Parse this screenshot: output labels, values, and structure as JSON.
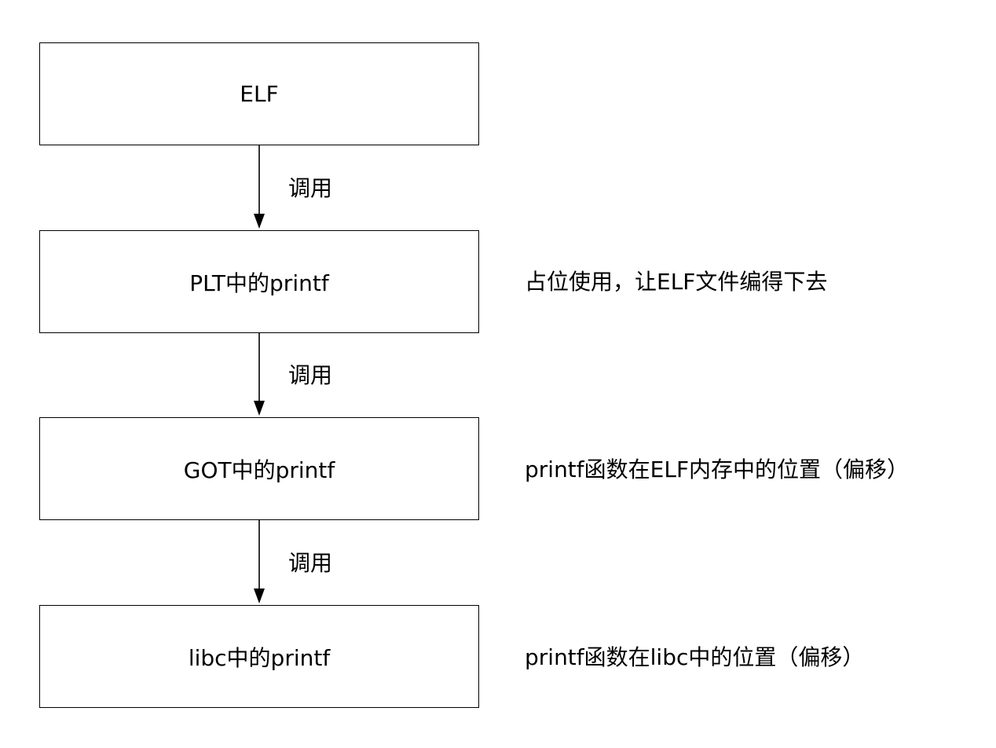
{
  "nodes": {
    "elf": "ELF",
    "plt": "PLT中的printf",
    "got": "GOT中的printf",
    "libc": "libc中的printf"
  },
  "edges": {
    "label_1": "调用",
    "label_2": "调用",
    "label_3": "调用"
  },
  "notes": {
    "plt": "占位使用，让ELF文件编得下去",
    "got": "printf函数在ELF内存中的位置（偏移）",
    "libc": "printf函数在libc中的位置（偏移）"
  }
}
